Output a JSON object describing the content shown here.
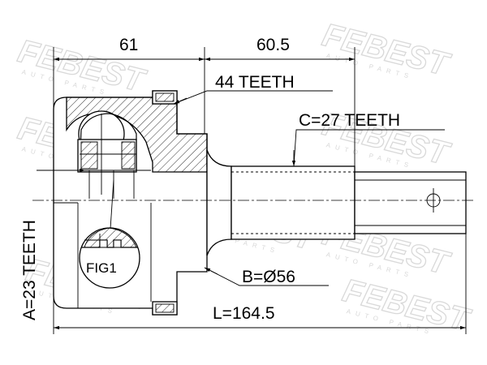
{
  "watermark": {
    "brand": "FEBEST",
    "sub": "AUTO PARTS"
  },
  "dimensions": {
    "outer_length": "61",
    "shaft_length": "60.5",
    "outer_teeth": "44 TEETH",
    "shaft_teeth": "C=27 TEETH",
    "inner_teeth": "A=23 TEETH",
    "diameter": "B=Ø56",
    "total_length": "L=164.5"
  },
  "figure": {
    "label": "FIG1"
  },
  "colors": {
    "line": "#000000",
    "watermark": "#d9d9d9"
  }
}
